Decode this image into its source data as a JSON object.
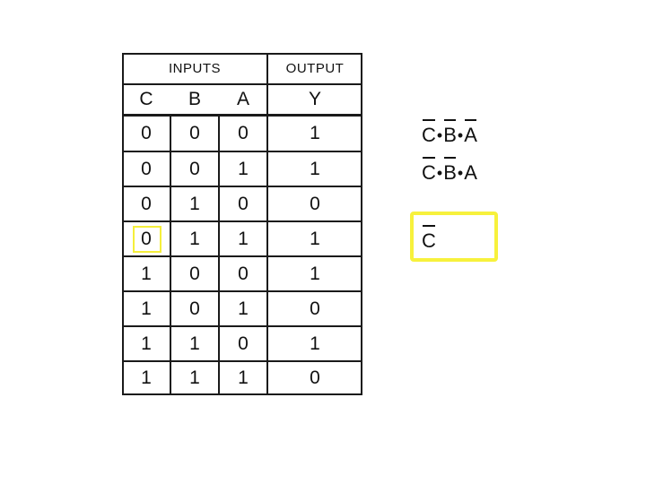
{
  "truth_table": {
    "group_headers": {
      "inputs": "INPUTS",
      "output": "OUTPUT"
    },
    "columns": [
      "C",
      "B",
      "A",
      "Y"
    ],
    "rows": [
      [
        "0",
        "0",
        "0",
        "1"
      ],
      [
        "0",
        "0",
        "1",
        "1"
      ],
      [
        "0",
        "1",
        "0",
        "0"
      ],
      [
        "0",
        "1",
        "1",
        "1"
      ],
      [
        "1",
        "0",
        "0",
        "1"
      ],
      [
        "1",
        "0",
        "1",
        "0"
      ],
      [
        "1",
        "1",
        "0",
        "1"
      ],
      [
        "1",
        "1",
        "1",
        "0"
      ]
    ],
    "highlighted_cell": {
      "row": 3,
      "col": 0,
      "color": "#f5ef3a"
    }
  },
  "expressions": [
    {
      "terms": [
        {
          "var": "C",
          "complement": true
        },
        {
          "var": "B",
          "complement": true
        },
        {
          "var": "A",
          "complement": true
        }
      ],
      "operator": "•"
    },
    {
      "terms": [
        {
          "var": "C",
          "complement": true
        },
        {
          "var": "B",
          "complement": true
        },
        {
          "var": "A",
          "complement": false
        }
      ],
      "operator": "•"
    }
  ],
  "highlighted_expression": {
    "text": "C",
    "complement": true,
    "border_color": "#f7f13c"
  }
}
